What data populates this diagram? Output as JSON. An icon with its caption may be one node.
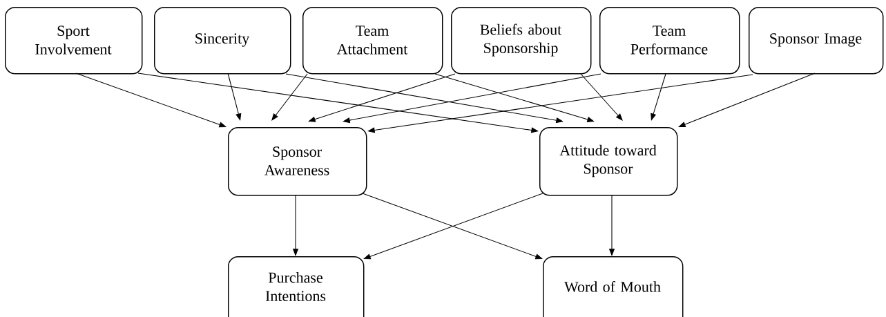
{
  "diagram": {
    "nodes": [
      {
        "text": [
          "Sport Involvement"
        ]
      },
      {
        "text": [
          "Sincerity"
        ]
      },
      {
        "text": [
          "Team Attachment"
        ]
      },
      {
        "text": [
          "Beliefs about Sponsorship"
        ]
      },
      {
        "text": [
          "Team Performance"
        ]
      },
      {
        "text": [
          "Sponsor Image"
        ]
      },
      {
        "text": [
          "Sponsor Awareness"
        ]
      },
      {
        "text": [
          "Attitude toward Sponsor"
        ]
      },
      {
        "text": [
          "Purchase Intentions"
        ]
      },
      {
        "text": [
          "Word of Mouth"
        ]
      }
    ],
    "edges": [
      {
        "from": 0,
        "to": 6,
        "arrow": "to"
      },
      {
        "from": 0,
        "to": 7,
        "arrow": "to"
      },
      {
        "from": 1,
        "to": 6,
        "arrow": "to"
      },
      {
        "from": 1,
        "to": 7,
        "arrow": "to"
      },
      {
        "from": 2,
        "to": 6,
        "arrow": "to"
      },
      {
        "from": 2,
        "to": 7,
        "arrow": "to"
      },
      {
        "from": 3,
        "to": 6,
        "arrow": "to"
      },
      {
        "from": 3,
        "to": 7,
        "arrow": "to"
      },
      {
        "from": 4,
        "to": 6,
        "arrow": "to"
      },
      {
        "from": 4,
        "to": 7,
        "arrow": "to"
      },
      {
        "from": 5,
        "to": 6,
        "arrow": "to"
      },
      {
        "from": 5,
        "to": 7,
        "arrow": "to"
      },
      {
        "from": 6,
        "to": 8,
        "arrow": "to"
      },
      {
        "from": 6,
        "to": 9,
        "arrow": "to"
      },
      {
        "from": 7,
        "to": 8,
        "arrow": "to"
      },
      {
        "from": 7,
        "to": 9,
        "arrow": "to"
      }
    ]
  }
}
